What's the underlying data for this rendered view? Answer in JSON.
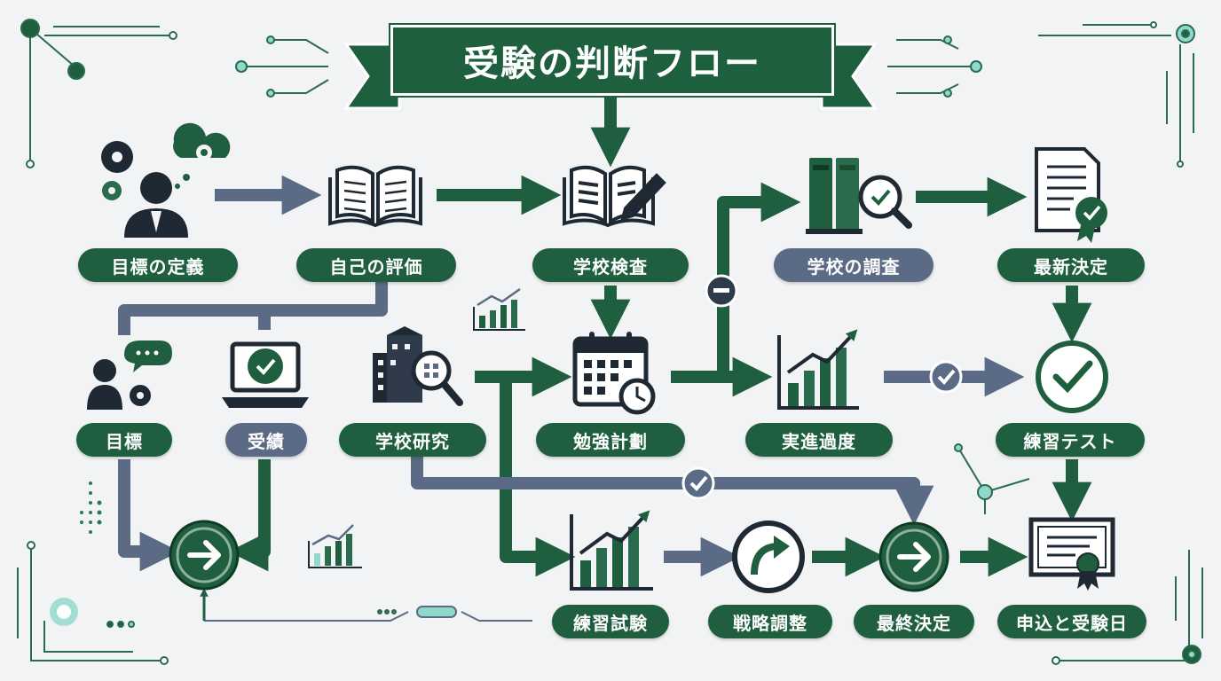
{
  "title": "受験の判断フロー",
  "nodes": {
    "goal_definition": "目標の定義",
    "self_evaluation": "自己の評価",
    "school_review": "学校検査",
    "school_survey": "学校の調査",
    "latest_decision": "最新決定",
    "goal": "目標",
    "grades": "受績",
    "school_research": "学校研究",
    "study_plan": "勉強計劃",
    "actual_progress": "実進過度",
    "practice_test": "練習テスト",
    "practice_exam": "練習試験",
    "strategy_adjustment": "戦略調整",
    "final_decision": "最終決定",
    "application_exam_day": "申込と受験日"
  },
  "colors": {
    "green": "#1f5f3f",
    "blue": "#5b6a85",
    "background": "#f1f3f4"
  },
  "icons": [
    "person-with-gears-icon",
    "open-book-icon",
    "book-with-pencil-icon",
    "books-with-magnifier-icon",
    "document-with-badge-icon",
    "person-with-chat-icon",
    "laptop-check-icon",
    "building-magnifier-icon",
    "calendar-clock-icon",
    "bar-chart-up-icon",
    "check-circle-icon",
    "certificate-icon",
    "arrow-circle-icon",
    "curved-arrow-circle-icon"
  ]
}
